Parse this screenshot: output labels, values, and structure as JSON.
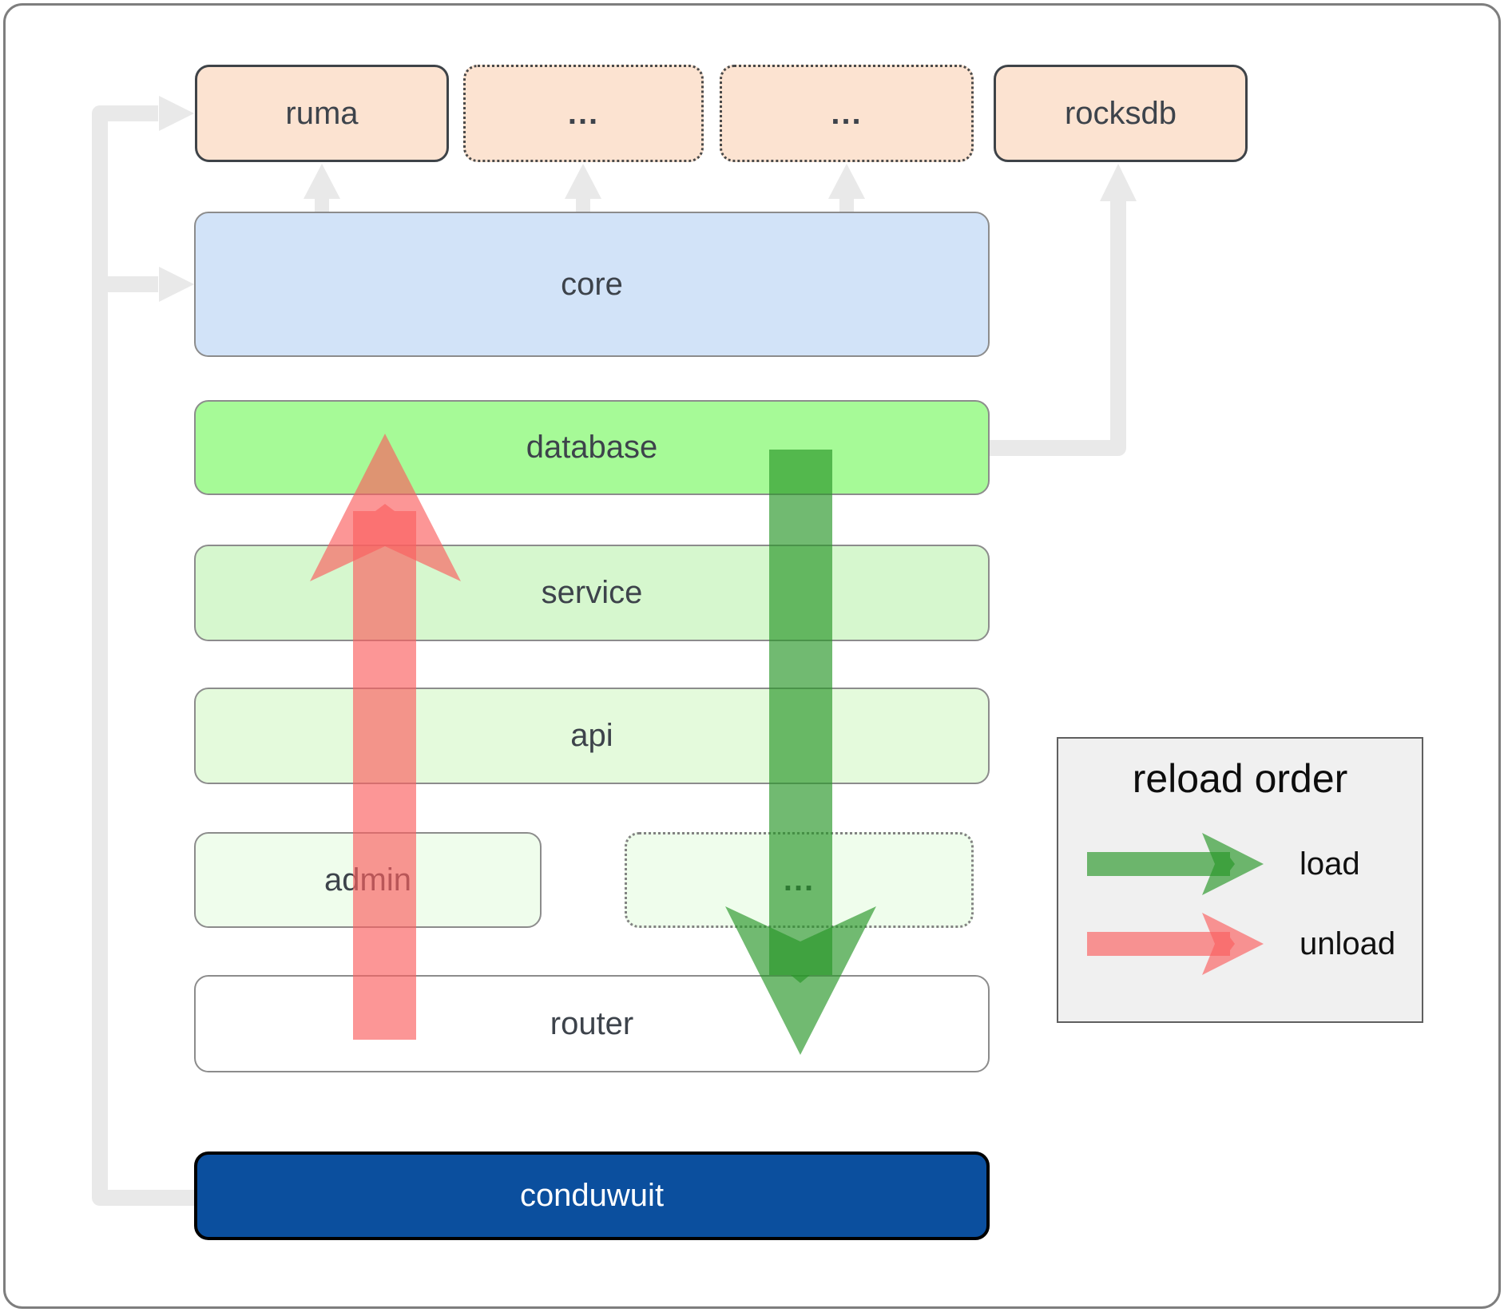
{
  "boxes": {
    "ruma": {
      "label": "ruma"
    },
    "dots_top_1": {
      "label": "..."
    },
    "dots_top_2": {
      "label": "..."
    },
    "rocksdb": {
      "label": "rocksdb"
    },
    "core": {
      "label": "core"
    },
    "database": {
      "label": "database"
    },
    "service": {
      "label": "service"
    },
    "api": {
      "label": "api"
    },
    "admin": {
      "label": "admin"
    },
    "dots_admin": {
      "label": "..."
    },
    "router": {
      "label": "router"
    },
    "conduwuit": {
      "label": "conduwuit"
    }
  },
  "legend": {
    "title": "reload order",
    "load_label": "load",
    "unload_label": "unload"
  },
  "colors": {
    "load_green": "#289628",
    "unload_red": "#fa5f5f",
    "connector_gray": "#e9e9e9",
    "fill_peach": "#fce3d1",
    "fill_core_blue": "#d2e3f8",
    "fill_database_green": "#a6fa97",
    "fill_service_green": "#d6f7ce",
    "fill_api_green": "#e4fadc",
    "fill_admin_green": "#effdec",
    "fill_conduwuit_blue": "#0b4f9e",
    "legend_bg": "#f0f0f0"
  }
}
